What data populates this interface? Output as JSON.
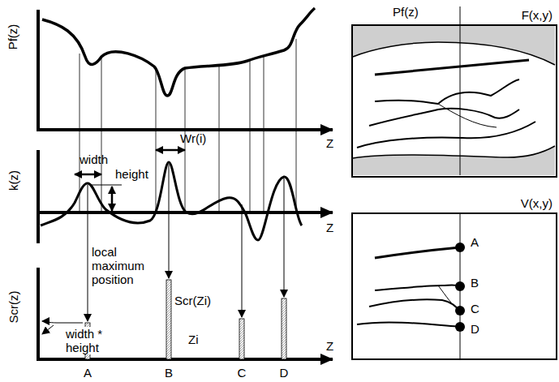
{
  "diagram": {
    "nodes": [
      {
        "text": [
          "F(x,y)"
        ]
      },
      {
        "text": [
          "V(x,y)"
        ]
      }
    ],
    "labels": [
      "Pf(z)",
      "Z",
      "k(z)",
      "width",
      "height",
      "Wr(i)",
      "Z",
      "local maximum position",
      "Scr(z)",
      "Scr(Zi)",
      "width * height",
      "Zi",
      "Z",
      "A",
      "B",
      "C",
      "D",
      "Pf(z)",
      "A",
      "B",
      "C",
      "D"
    ]
  }
}
